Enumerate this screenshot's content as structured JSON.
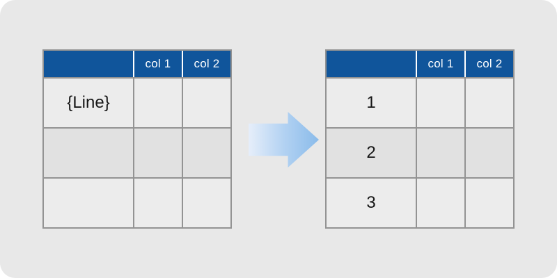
{
  "colors": {
    "canvas_bg": "#e8e8e8",
    "header_bg": "#10559b",
    "header_text": "#ffffff",
    "grid_border": "#939393",
    "row_light": "#ececec",
    "row_dark": "#e1e1e1",
    "arrow_gradient_start": "#e6eefa",
    "arrow_gradient_end": "#8abbea"
  },
  "arrow": {
    "icon": "arrow-right-icon",
    "direction": "right"
  },
  "tables": {
    "left": {
      "headers": {
        "c0": "",
        "c1": "col 1",
        "c2": "col 2"
      },
      "rows": [
        {
          "label": "{Line}",
          "col1": "",
          "col2": ""
        },
        {
          "label": "",
          "col1": "",
          "col2": ""
        },
        {
          "label": "",
          "col1": "",
          "col2": ""
        }
      ]
    },
    "right": {
      "headers": {
        "c0": "",
        "c1": "col 1",
        "c2": "col 2"
      },
      "rows": [
        {
          "label": "1",
          "col1": "",
          "col2": ""
        },
        {
          "label": "2",
          "col1": "",
          "col2": ""
        },
        {
          "label": "3",
          "col1": "",
          "col2": ""
        }
      ]
    }
  }
}
